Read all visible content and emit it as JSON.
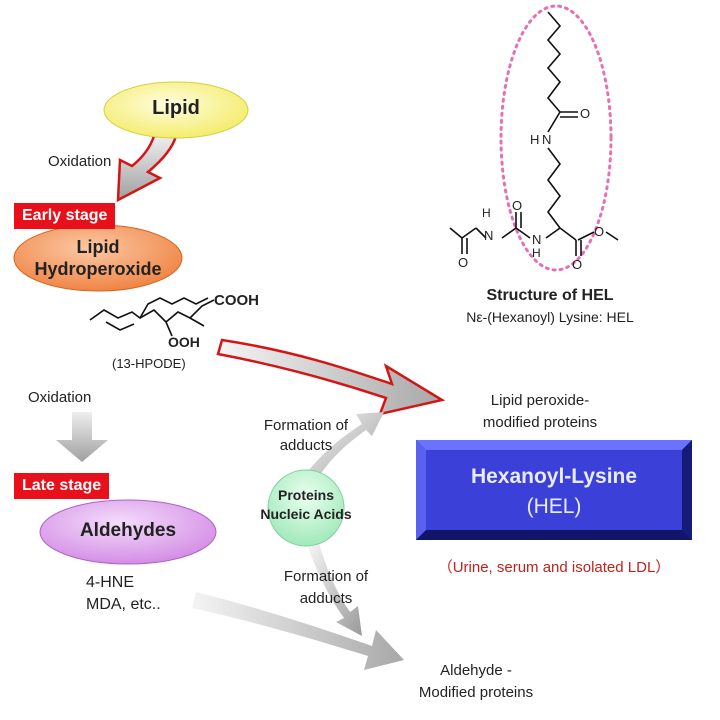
{
  "colors": {
    "lipid_fill": "#f7f28a",
    "hydroperoxide_fill": "#f08a4a",
    "aldehydes_fill": "#d99be8",
    "proteins_fill": "#b8f0c8",
    "hel_box": "#2f37c8",
    "tag_red": "#e8101a",
    "dotted_ellipse": "#e76fb4",
    "note_red": "#c0221c"
  },
  "nodes": {
    "lipid": "Lipid",
    "lipid_hydroperoxide_line1": "Lipid",
    "lipid_hydroperoxide_line2": "Hydroperoxide",
    "aldehydes": "Aldehydes",
    "proteins_line1": "Proteins",
    "proteins_line2": "Nucleic Acids",
    "hel_line1": "Hexanoyl-Lysine",
    "hel_line2": "(HEL)"
  },
  "tags": {
    "early": "Early stage",
    "late": "Late stage"
  },
  "labels": {
    "oxidation_top": "Oxidation",
    "oxidation_mid": "Oxidation",
    "hpode_cooh": "COOH",
    "hpode_ooh": "OOH",
    "hpode_name": "(13-HPODE)",
    "aldehyde_examples_line1": "4-HNE",
    "aldehyde_examples_line2": "MDA, etc..",
    "adducts_upper_line1": "Formation of",
    "adducts_upper_line2": "adducts",
    "adducts_lower_line1": "Formation of",
    "adducts_lower_line2": "adducts",
    "lipid_peroxide_line1": "Lipid peroxide-",
    "lipid_peroxide_line2": "modified proteins",
    "aldehyde_modified_line1": "Aldehyde -",
    "aldehyde_modified_line2": "Modified proteins",
    "sample_note": "（Urine, serum and isolated LDL）"
  },
  "structure": {
    "title": "Structure of HEL",
    "subtitle": "Nε-(Hexanoyl) Lysine: HEL",
    "atoms": {
      "o_top": "O",
      "n_side": "N",
      "h_side": "H",
      "h_left": "H",
      "n_left": "N",
      "o_left_carbonyl": "O",
      "o_acetyl": "O",
      "n_alpha": "N",
      "h_alpha": "H",
      "o_ester_down": "O",
      "o_ester": "O"
    }
  }
}
